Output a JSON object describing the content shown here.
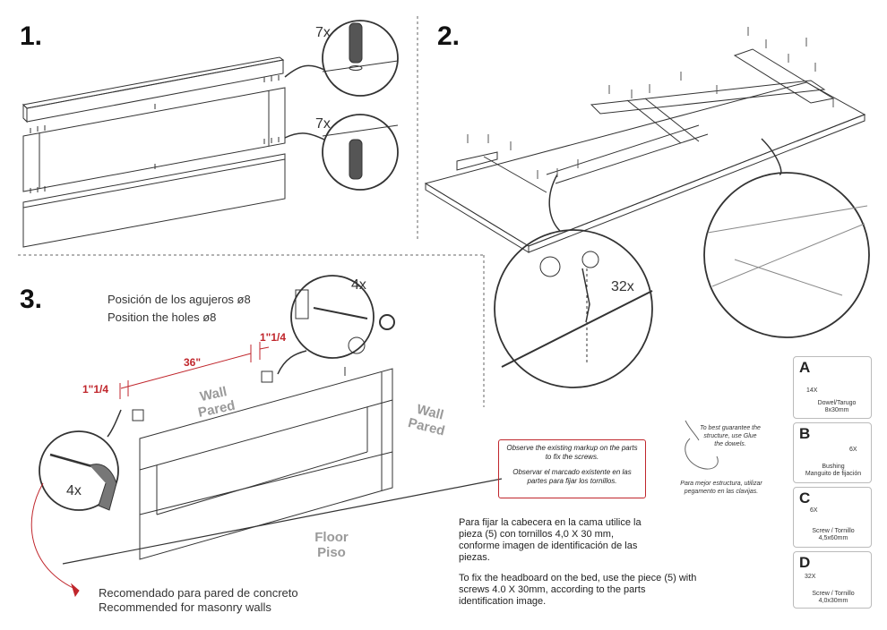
{
  "steps": {
    "s1": "1.",
    "s2": "2.",
    "s3": "3."
  },
  "step1": {
    "callout_top": "7x",
    "callout_bottom": "7x"
  },
  "step2": {
    "callout_qty": "32x"
  },
  "step3": {
    "holes_es": "Posición de los agujeros  ø8",
    "holes_en": "Position the holes  ø8",
    "callout_right": "4x",
    "callout_left": "4x",
    "dim_left": "1\"1/4",
    "dim_mid": "36\"",
    "dim_right": "1\"1/4",
    "wall_left": "Wall\nPared",
    "wall_right": "Wall\nPared",
    "floor": "Floor\nPiso",
    "rec_es": "Recomendado para pared de concreto",
    "rec_en": "Recommended for masonry walls"
  },
  "notes": {
    "box_en": "Observe the existing markup on the parts to fix the screws.",
    "box_es": "Observar el marcado existente en las partes para fijar los tornillos.",
    "hint_en": "To best guarantee the structure, use Glue the dowels.",
    "hint_es": "Para mejor estructura, utilizar pegamento en las clavijas.",
    "para_es": "Para fijar la cabecera en la cama utilice la pieza (5) con tornillos 4,0 X 30 mm, conforme imagen de identificación de las piezas.",
    "para_en": "To fix the headboard on the bed, use the piece (5) with screws 4.0 X 30mm, according to the parts identification image."
  },
  "parts": [
    {
      "letter": "A",
      "qty": "14X",
      "label": "Dowel/Tarugo\n8x30mm"
    },
    {
      "letter": "B",
      "qty": "6X",
      "label": "Bushing\nManguito de fijación"
    },
    {
      "letter": "C",
      "qty": "6X",
      "label": "Screw / Tornillo\n4,5x60mm"
    },
    {
      "letter": "D",
      "qty": "32X",
      "label": "Screw / Tornillo\n4,0x30mm"
    }
  ]
}
